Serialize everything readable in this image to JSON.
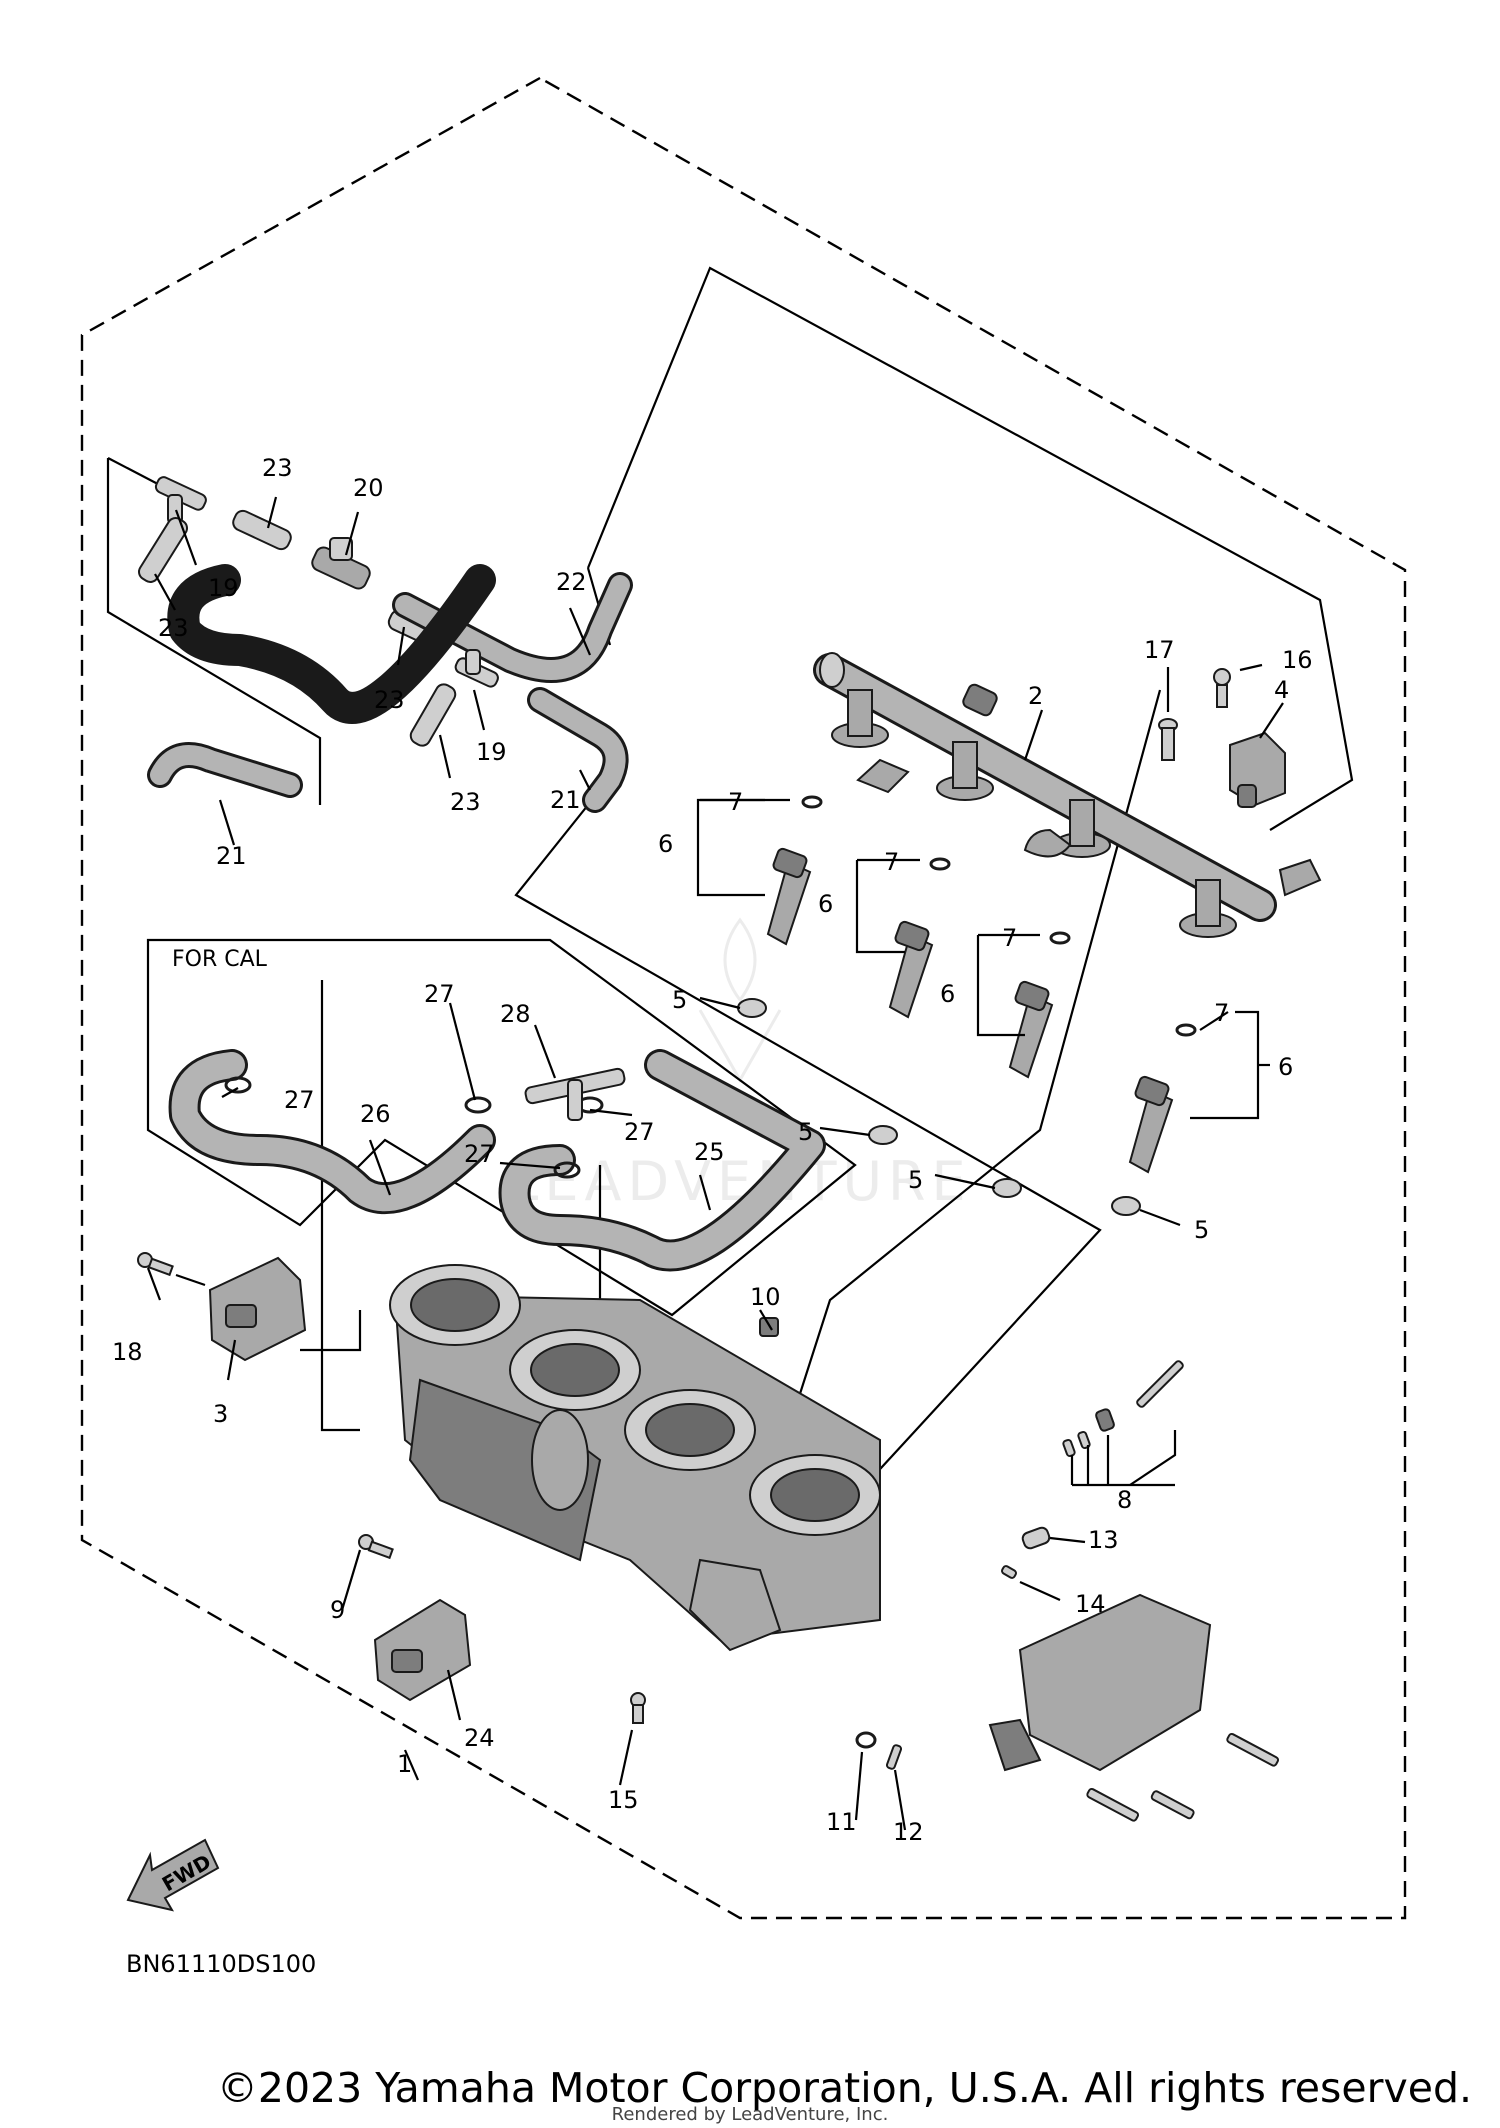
{
  "diagram": {
    "box_label": "FOR CAL",
    "diagram_code": "BN61110DS100",
    "fwd_label": "FWD",
    "copyright": "©2023 Yamaha Motor Corporation, U.S.A. All rights reserved.",
    "rendered_by": "Rendered by LeadVenture, Inc.",
    "watermark_text": "LEADVENTURE",
    "callouts": {
      "c1": "1",
      "c2": "2",
      "c3": "3",
      "c4": "4",
      "c5a": "5",
      "c5b": "5",
      "c5c": "5",
      "c5d": "5",
      "c6a": "6",
      "c6b": "6",
      "c6c": "6",
      "c6d": "6",
      "c7a": "7",
      "c7b": "7",
      "c7c": "7",
      "c7d": "7",
      "c8": "8",
      "c9": "9",
      "c10": "10",
      "c11": "11",
      "c12": "12",
      "c13": "13",
      "c14": "14",
      "c15": "15",
      "c16": "16",
      "c17": "17",
      "c18": "18",
      "c19a": "19",
      "c19b": "19",
      "c20": "20",
      "c21a": "21",
      "c21b": "21",
      "c22": "22",
      "c23a": "23",
      "c23b": "23",
      "c23c": "23",
      "c23d": "23",
      "c24": "24",
      "c25": "25",
      "c26": "26",
      "c27a": "27",
      "c27b": "27",
      "c27c": "27",
      "c27d": "27",
      "c28": "28"
    }
  }
}
